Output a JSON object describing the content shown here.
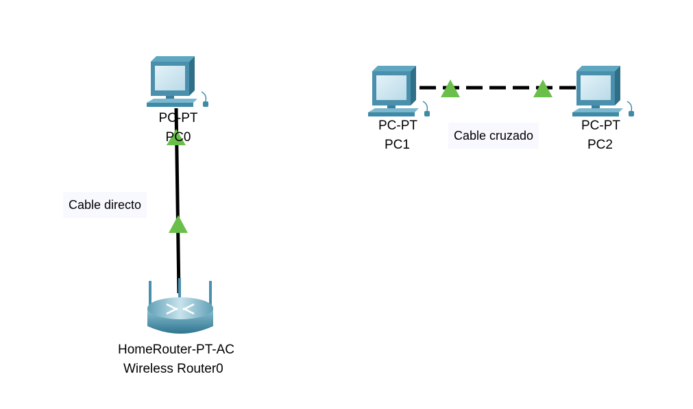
{
  "devices": {
    "pc0": {
      "model": "PC-PT",
      "name": "PC0",
      "icon": "pc-icon"
    },
    "pc1": {
      "model": "PC-PT",
      "name": "PC1",
      "icon": "pc-icon"
    },
    "pc2": {
      "model": "PC-PT",
      "name": "PC2",
      "icon": "pc-icon"
    },
    "router0": {
      "model": "HomeRouter-PT-AC",
      "name": "Wireless Router0",
      "icon": "wireless-router-icon"
    }
  },
  "links": {
    "pc0_router0": {
      "label": "Cable directo",
      "style": "solid"
    },
    "pc1_pc2": {
      "label": "Cable cruzado",
      "style": "dashed"
    }
  },
  "colors": {
    "link": "#000000",
    "port_indicator": "#6abf4b",
    "note_background": "#f8f8ff"
  }
}
